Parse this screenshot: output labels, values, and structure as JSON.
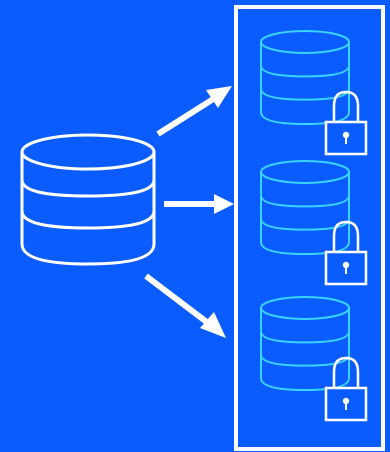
{
  "colors": {
    "background": "#0b5cff",
    "primary_line": "#ffffff",
    "replica_line": "#39d3ff",
    "lock_fill": "#0b5cff"
  },
  "diagram": {
    "source": {
      "icon": "database-icon",
      "disks": 4
    },
    "arrows": [
      "arrow-up-right-icon",
      "arrow-right-icon",
      "arrow-down-right-icon"
    ],
    "container": {
      "border": "white-outline"
    },
    "replicas": [
      {
        "icon": "database-icon",
        "badge": "padlock-icon",
        "disks": 4
      },
      {
        "icon": "database-icon",
        "badge": "padlock-icon",
        "disks": 4
      },
      {
        "icon": "database-icon",
        "badge": "padlock-icon",
        "disks": 4
      }
    ]
  }
}
